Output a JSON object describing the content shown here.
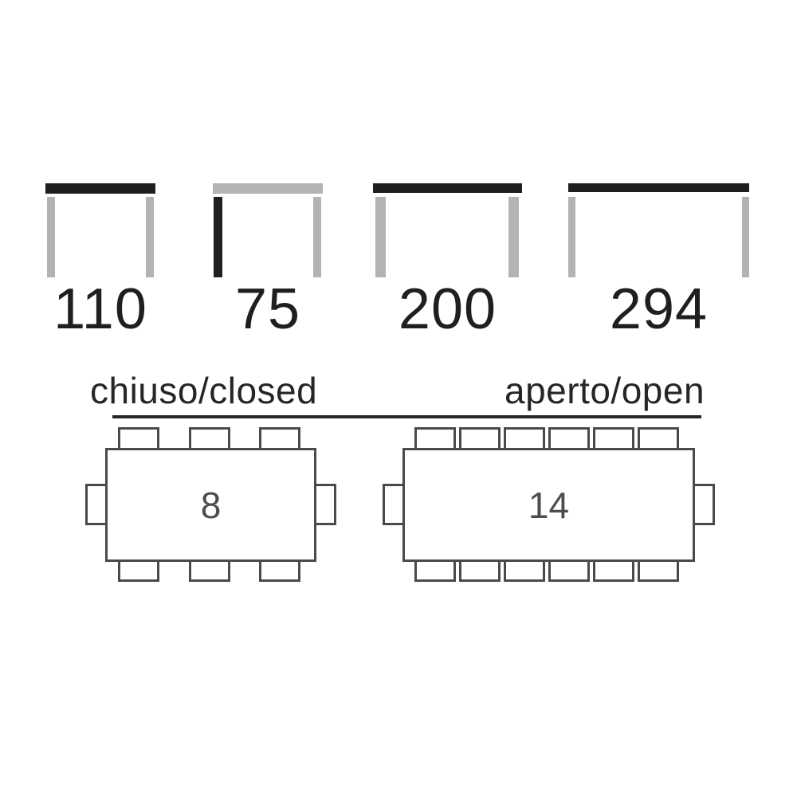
{
  "colors": {
    "dark": "#1f1f1f",
    "gray": "#b3b3b3",
    "outline": "#4a4a4a",
    "label_text": "#262626",
    "seat_count_text": "#4d4d4d"
  },
  "dimensions_cm": {
    "items": [
      {
        "name": "closed-length",
        "value": "110",
        "highlight": "tabletop"
      },
      {
        "name": "height",
        "value": "75",
        "highlight": "left-leg"
      },
      {
        "name": "extended-length-1",
        "value": "200",
        "highlight": "tabletop"
      },
      {
        "name": "extended-length-2",
        "value": "294",
        "highlight": "tabletop"
      }
    ]
  },
  "top_view": {
    "closed": {
      "label": "chiuso/closed",
      "seats": "8"
    },
    "open": {
      "label": "aperto/open",
      "seats": "14"
    }
  }
}
